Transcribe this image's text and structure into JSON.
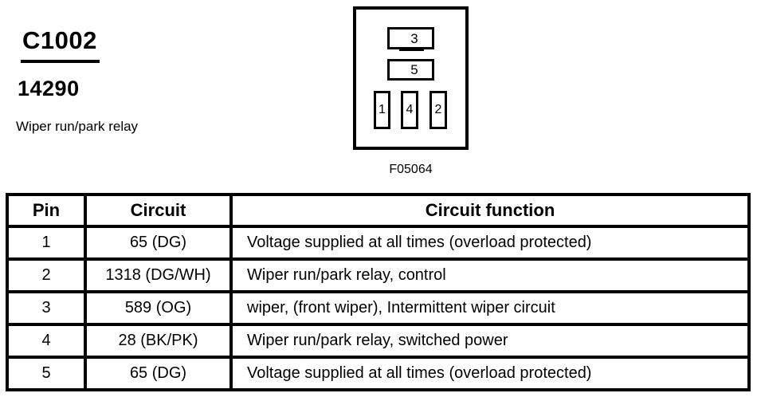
{
  "header": {
    "connector_id": "C1002",
    "part_number": "14290",
    "description": "Wiper run/park relay"
  },
  "connector": {
    "figure_label": "F05064",
    "horizontal_cavities": [
      "3",
      "5"
    ],
    "vertical_cavities": [
      "1",
      "4",
      "2"
    ]
  },
  "table": {
    "headers": [
      "Pin",
      "Circuit",
      "Circuit function"
    ],
    "rows": [
      [
        "1",
        "65 (DG)",
        "Voltage supplied at all times (overload protected)"
      ],
      [
        "2",
        "1318 (DG/WH)",
        "Wiper run/park relay, control"
      ],
      [
        "3",
        "589 (OG)",
        "wiper, (front wiper), Intermittent wiper circuit"
      ],
      [
        "4",
        "28 (BK/PK)",
        "Wiper run/park relay, switched power"
      ],
      [
        "5",
        "65 (DG)",
        "Voltage supplied at all times (overload protected)"
      ]
    ]
  },
  "colors": {
    "ink": "#000000",
    "background": "#ffffff"
  }
}
